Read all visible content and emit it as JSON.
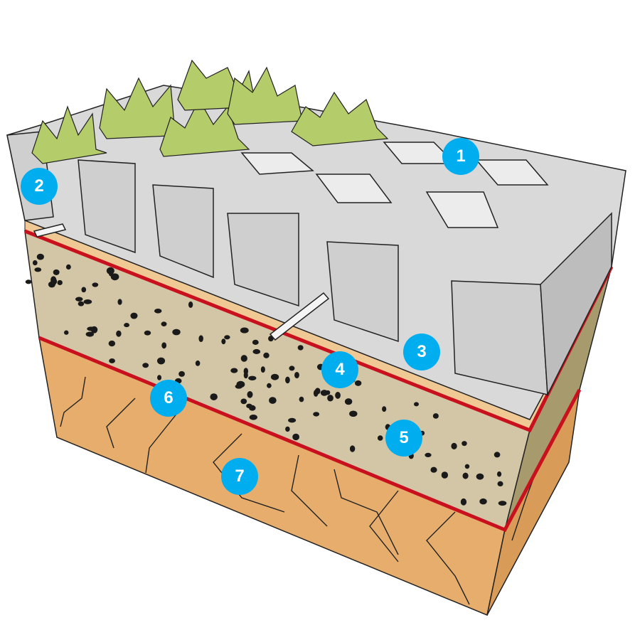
{
  "colors": {
    "marker": "#00aeef",
    "paver": "#d9d9d9",
    "paver_edge": "#222222",
    "grass": "#b5cc6a",
    "sand": "#f0c894",
    "gravel": "#d3c6a6",
    "subsoil": "#e6ad6c",
    "geotextile": "#c8101e",
    "stone": "#1a1a1a"
  },
  "markers": [
    {
      "label": "1",
      "component": "grass-paver-grid"
    },
    {
      "label": "2",
      "component": "filled-cells-soil-grass"
    },
    {
      "label": "3",
      "component": "sand-fill"
    },
    {
      "label": "4",
      "component": "upper-geotextile"
    },
    {
      "label": "5",
      "component": "gravel-base"
    },
    {
      "label": "6",
      "component": "lower-geotextile"
    },
    {
      "label": "7",
      "component": "subsoil"
    }
  ]
}
